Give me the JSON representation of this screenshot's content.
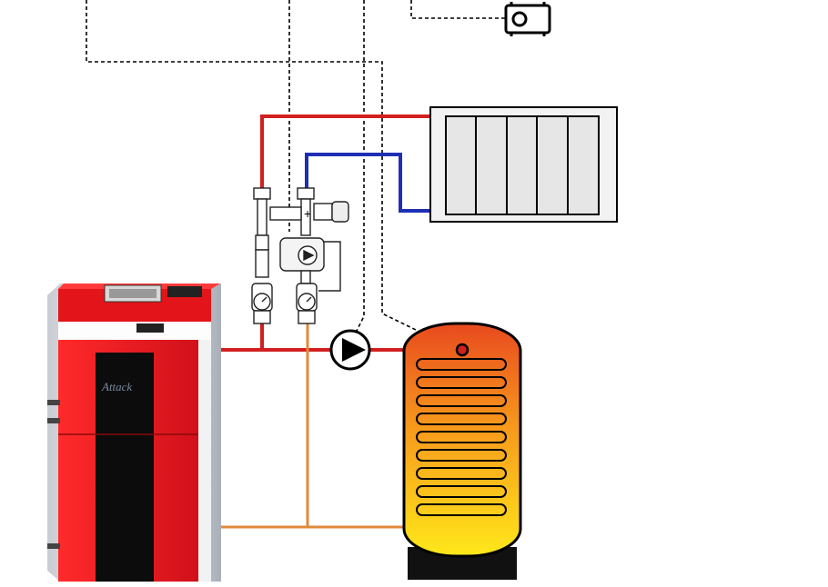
{
  "diagram": {
    "type": "heating-system-schematic",
    "components": [
      {
        "id": "boiler",
        "icon": "solid-fuel-boiler-icon",
        "brand_label": "Attack"
      },
      {
        "id": "radiator",
        "icon": "radiator-icon"
      },
      {
        "id": "thermostat",
        "icon": "room-thermostat-icon"
      },
      {
        "id": "hydraulic-group",
        "icon": "pump-station-icon"
      },
      {
        "id": "circulation-pump",
        "icon": "pump-icon"
      },
      {
        "id": "hot-water-tank",
        "icon": "water-heater-tank-icon"
      }
    ],
    "colors": {
      "supply_pipe": "#d21f1f",
      "return_pipe": "#1f2fb4",
      "boiler_return_pipe": "#e08a3a",
      "boiler_body": "#e3151a",
      "control_wire": "#000000",
      "tank_top": "#e84a1e",
      "tank_bottom": "#ffe81a"
    }
  }
}
